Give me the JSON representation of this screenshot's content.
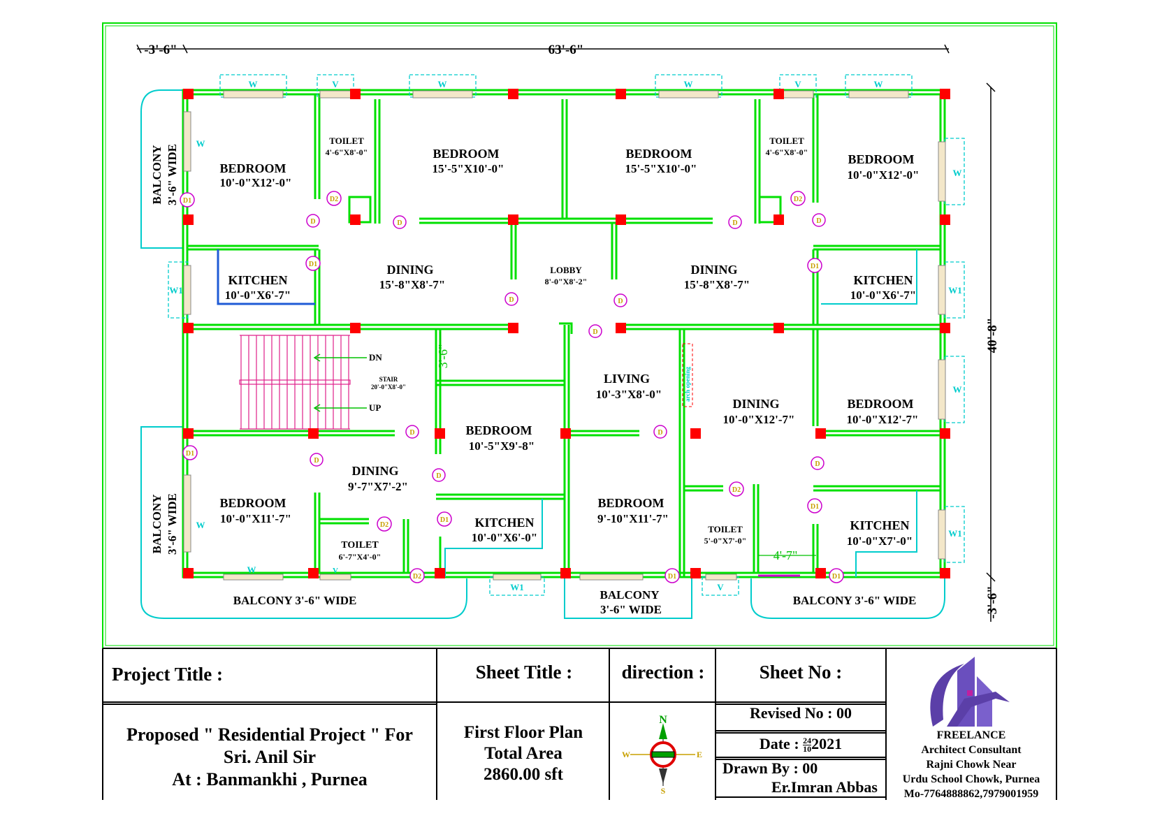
{
  "dimensions": {
    "top_total": "63'-6\"",
    "top_left": "-3'-6\"",
    "right_total": "40'-8\"",
    "right_bottom": "-3'-6\"",
    "stair_gap": "3'-6\"",
    "toilet_gap": "4'-7\""
  },
  "rooms": {
    "bedroom_tl": {
      "name": "BEDROOM",
      "size": "10'-0\"X12'-0\""
    },
    "toilet_tl": {
      "name": "TOILET",
      "size": "4'-6\"X8'-0\""
    },
    "bedroom_tc1": {
      "name": "BEDROOM",
      "size": "15'-5\"X10'-0\""
    },
    "bedroom_tc2": {
      "name": "BEDROOM",
      "size": "15'-5\"X10'-0\""
    },
    "toilet_tr": {
      "name": "TOILET",
      "size": "4'-6\"X8'-0\""
    },
    "bedroom_tr": {
      "name": "BEDROOM",
      "size": "10'-0\"X12'-0\""
    },
    "kitchen_ml": {
      "name": "KITCHEN",
      "size": "10'-0\"X6'-7\""
    },
    "dining_ml": {
      "name": "DINING",
      "size": "15'-8\"X8'-7\""
    },
    "lobby": {
      "name": "LOBBY",
      "size": "8'-0\"X8'-2\""
    },
    "dining_mr": {
      "name": "DINING",
      "size": "15'-8\"X8'-7\""
    },
    "kitchen_mr": {
      "name": "KITCHEN",
      "size": "10'-0\"X6'-7\""
    },
    "stair": {
      "name": "STAIR",
      "size": "20'-0\"X8'-0\"",
      "dn": "DN",
      "up": "UP"
    },
    "living": {
      "name": "LIVING",
      "size": "10'-3\"X8'-0\""
    },
    "bedroom_lc": {
      "name": "BEDROOM",
      "size": "10'-5\"X9'-8\""
    },
    "dining_lr": {
      "name": "DINING",
      "size": "10'-0\"X12'-7\""
    },
    "bedroom_lr": {
      "name": "BEDROOM",
      "size": "10'-0\"X12'-7\""
    },
    "dining_bl": {
      "name": "DINING",
      "size": "9'-7\"X7'-2\""
    },
    "bedroom_bl": {
      "name": "BEDROOM",
      "size": "10'-0\"X11'-7\""
    },
    "toilet_bl": {
      "name": "TOILET",
      "size": "6'-7\"X4'-0\""
    },
    "kitchen_bc": {
      "name": "KITCHEN",
      "size": "10'-0\"X6'-0\""
    },
    "bedroom_bc": {
      "name": "BEDROOM",
      "size": "9'-10\"X11'-7\""
    },
    "toilet_br": {
      "name": "TOILET",
      "size": "5'-0\"X7'-0\""
    },
    "kitchen_br": {
      "name": "KITCHEN",
      "size": "10'-0\"X7'-0\""
    }
  },
  "balconies": {
    "left_top": [
      "BALCONY",
      "3'-6\" WIDE"
    ],
    "left_bottom": [
      "BALCONY",
      "3'-6\" WIDE"
    ],
    "bottom_left": "BALCONY 3'-6\" WIDE",
    "bottom_center": [
      "BALCONY",
      "3'-6\" WIDE"
    ],
    "bottom_right": "BALCONY 3'-6\" WIDE"
  },
  "labels": {
    "window": "W",
    "window1": "W1",
    "ventilator": "V",
    "door": "D",
    "door1": "D1",
    "door2": "D2",
    "arch": "arch opening"
  },
  "title_block": {
    "project_title_label": "Project Title :",
    "sheet_title_label": "Sheet Title :",
    "direction_label": "direction :",
    "sheet_no_label": "Sheet No :",
    "project_line1": "Proposed \" Residential Project \" For",
    "project_line2": "Sri. Anil Sir",
    "project_line3": "At : Banmankhi , Purnea",
    "sheet_line1": "First Floor Plan",
    "sheet_line2": "Total Area",
    "sheet_line3": "2860.00 sft",
    "revised": "Revised No : 00",
    "date_prefix": "Date : ",
    "date_num": "24",
    "date_den": "10",
    "date_year": "2021",
    "drawn_by": "Drawn By : 00",
    "drawn_name": "Er.Imran Abbas",
    "compass": {
      "n": "N",
      "s": "S",
      "e": "E",
      "w": "W"
    },
    "firm_1": "FREELANCE",
    "firm_2": "Architect Consultant",
    "firm_3": "Rajni Chowk Near",
    "firm_4": "Urdu School Chowk, Purnea",
    "firm_5": "Mo-7764888862,7979001959"
  },
  "colors": {
    "wall": "#00e000",
    "column": "#ff0000",
    "cyan": "#00cccc",
    "blue": "#1f5bd6",
    "pink": "#e0208a",
    "door_mark": "#cc00cc",
    "logo": "#5b3fa8"
  }
}
